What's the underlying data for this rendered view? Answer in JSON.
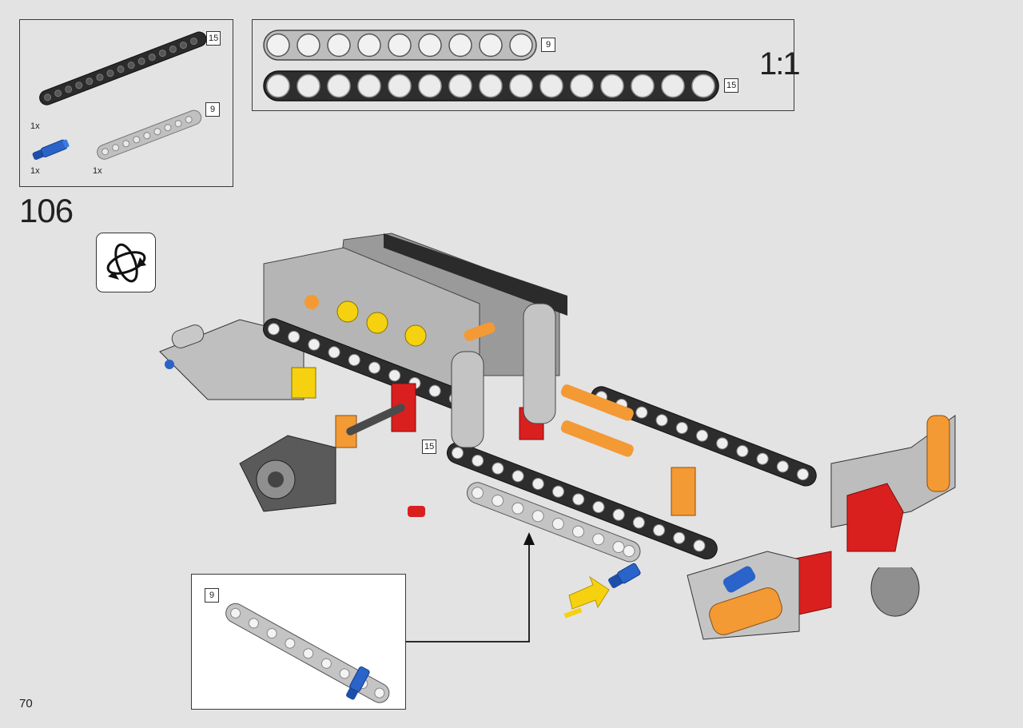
{
  "parts_list": {
    "items": [
      {
        "name": "Technic beam 15",
        "size_label": "15",
        "quantity": "1x",
        "color": "#2b2b2b"
      },
      {
        "name": "Technic pin",
        "quantity": "1x",
        "color": "#2a63c9"
      },
      {
        "name": "Technic beam 9",
        "size_label": "9",
        "quantity": "1x",
        "color": "#b8b8b8"
      }
    ]
  },
  "scale_reference": {
    "beams": [
      {
        "length_label": "9",
        "holes": 9,
        "color": "#bdbdbd"
      },
      {
        "length_label": "15",
        "holes": 15,
        "color": "#2e2e2e"
      }
    ],
    "scale": "1:1"
  },
  "step": {
    "number": "106",
    "rotate_icon": "rotate-model-icon"
  },
  "callout": {
    "beam_label": "9",
    "beam_color": "#b8b8b8",
    "pin_color": "#2a63c9"
  },
  "model": {
    "beam_label": "15",
    "insert_arrow_color": "#f5d10f"
  },
  "colors": {
    "orange": "#f39a35",
    "red": "#d9201e",
    "yellow": "#f5d10f",
    "blue": "#2a63c9",
    "light_gray": "#c4c4c4",
    "dark_gray": "#3a3a3a"
  },
  "page_number": "70"
}
